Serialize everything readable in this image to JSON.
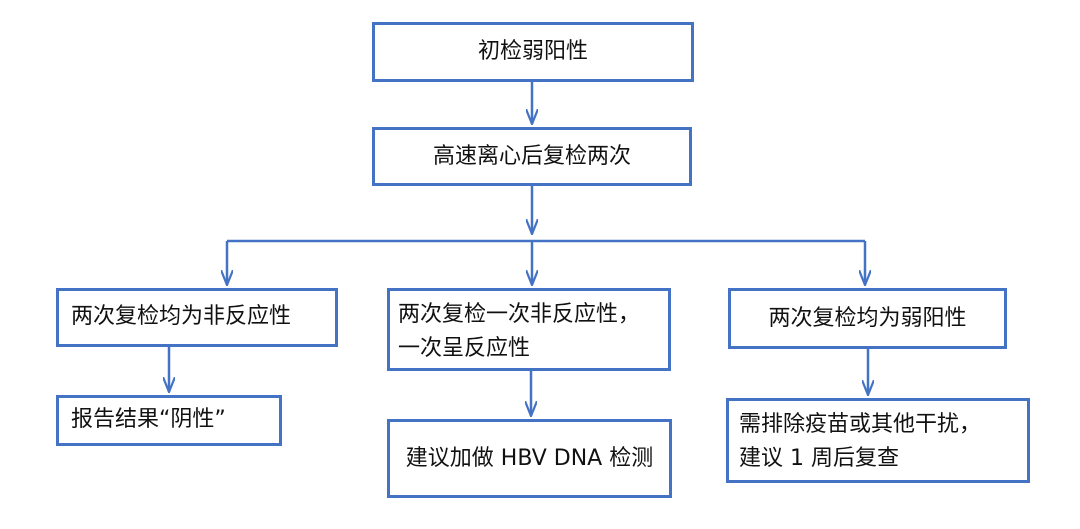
{
  "diagram": {
    "root": {
      "label": "初检弱阳性"
    },
    "retest": {
      "label": "高速离心后复检两次"
    },
    "branches": [
      {
        "condition": "两次复检均为非反应性",
        "result": "报告结果“阴性”"
      },
      {
        "condition_line1": "两次复检一次非反应性，",
        "condition_line2": "一次呈反应性",
        "result": "建议加做 HBV DNA 检测"
      },
      {
        "condition": "两次复检均为弱阳性",
        "result_line1": "需排除疫苗或其他干扰，",
        "result_line2": "建议 1 周后复查"
      }
    ],
    "colors": {
      "border": "#4472C4",
      "connector": "#4472C4",
      "text": "#111111"
    }
  }
}
